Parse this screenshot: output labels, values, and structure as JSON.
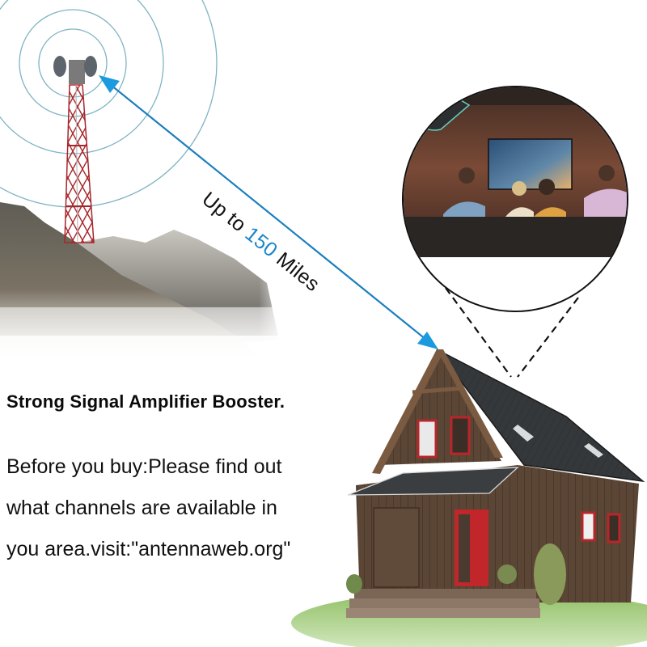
{
  "banner": {
    "distance_caption": {
      "prefix": "Up to ",
      "value": "150",
      "suffix": " Miles"
    },
    "headline": "Strong Signal Amplifier Booster.",
    "body_lines": [
      "Before you buy:Please find out",
      "what channels are available in",
      "you area.visit:\"antennaweb.org\""
    ]
  },
  "colors": {
    "accent_blue": "#1b87c9",
    "text": "#111111",
    "tower_red": "#a8262b",
    "door_red": "#c0262a",
    "roof": "#2f3133",
    "wood": "#5a4535",
    "grass": "#7fb256"
  },
  "illustration": {
    "icons": [
      "broadcast-tower-icon",
      "signal-waves-icon",
      "house-icon",
      "tv-room-inset-icon",
      "antenna-icon"
    ]
  }
}
